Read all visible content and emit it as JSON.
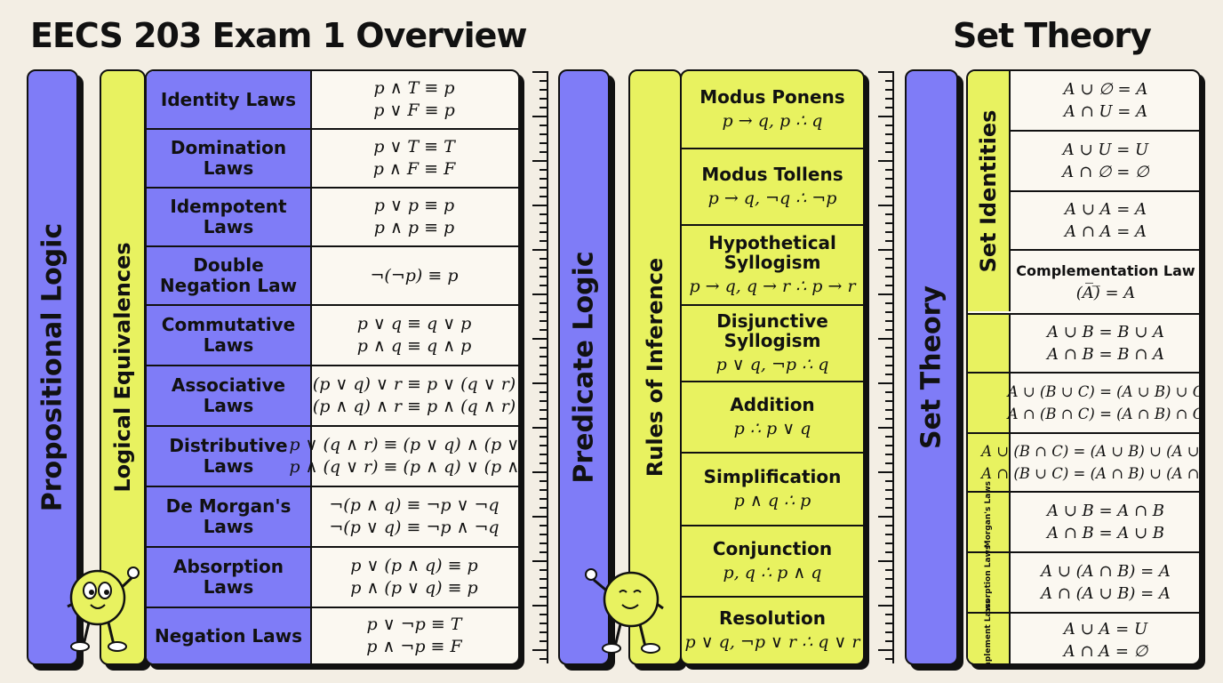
{
  "titles": {
    "main": "EECS 203 Exam 1 Overview",
    "set_theory": "Set Theory"
  },
  "sections": {
    "propositional": "Propositional Logic",
    "logical_equivalences": "Logical Equivalences",
    "predicate": "Predicate Logic",
    "rules_of_inference": "Rules of Inference",
    "set_theory": "Set Theory",
    "set_identities": "Set Identities"
  },
  "colors": {
    "purple": "#7f7cf7",
    "yellow": "#e8f260",
    "background": "#f3eee4"
  },
  "equivalences": [
    {
      "name": "Identity Laws",
      "f1": "p ∧ T ≡ p",
      "f2": "p ∨ F ≡ p"
    },
    {
      "name": "Domination Laws",
      "f1": "p ∨ T ≡ T",
      "f2": "p ∧ F ≡ F"
    },
    {
      "name": "Idempotent Laws",
      "f1": "p ∨ p ≡ p",
      "f2": "p ∧ p ≡ p"
    },
    {
      "name": "Double Negation Law",
      "f1": "¬(¬p) ≡ p",
      "f2": ""
    },
    {
      "name": "Commutative Laws",
      "f1": "p ∨ q ≡ q ∨ p",
      "f2": "p ∧ q ≡ q ∧ p"
    },
    {
      "name": "Associative Laws",
      "f1": "(p ∨ q) ∨ r ≡ p ∨ (q ∨ r)",
      "f2": "(p ∧ q) ∧ r ≡ p ∧ (q ∧ r)"
    },
    {
      "name": "Distributive Laws",
      "f1": "p ∨ (q ∧ r) ≡ (p ∨ q) ∧ (p ∨ r)",
      "f2": "p ∧ (q ∨ r) ≡ (p ∧ q) ∨ (p ∧ r)"
    },
    {
      "name": "De Morgan's Laws",
      "f1": "¬(p ∧ q) ≡ ¬p ∨ ¬q",
      "f2": "¬(p ∨ q) ≡ ¬p ∧ ¬q"
    },
    {
      "name": "Absorption Laws",
      "f1": "p ∨ (p ∧ q) ≡ p",
      "f2": "p ∧ (p ∨ q) ≡ p"
    },
    {
      "name": "Negation Laws",
      "f1": "p ∨ ¬p ≡ T",
      "f2": "p ∧ ¬p ≡ F"
    }
  ],
  "rules": [
    {
      "name": "Modus Ponens",
      "form": "p → q, p ∴ q"
    },
    {
      "name": "Modus Tollens",
      "form": "p → q, ¬q ∴ ¬p"
    },
    {
      "name": "Hypothetical Syllogism",
      "form": "p → q, q → r ∴ p → r"
    },
    {
      "name": "Disjunctive Syllogism",
      "form": "p ∨ q, ¬p ∴ q"
    },
    {
      "name": "Addition",
      "form": "p ∴ p ∨ q"
    },
    {
      "name": "Simplification",
      "form": "p ∧ q ∴ p"
    },
    {
      "name": "Conjunction",
      "form": "p, q ∴ p ∧ q"
    },
    {
      "name": "Resolution",
      "form": "p ∨ q, ¬p ∨ r ∴ q ∨ r"
    }
  ],
  "set_rows": [
    {
      "f1": "A ∪ ∅ = A",
      "f2": "A ∩ U = A"
    },
    {
      "f1": "A ∪ U = U",
      "f2": "A ∩ ∅ = ∅"
    },
    {
      "f1": "A ∪ A = A",
      "f2": "A ∩ A = A"
    },
    {
      "title": "Complementation Law",
      "f1": "(A̅)̅ = A"
    },
    {
      "f1": "A ∪ B = B ∪ A",
      "f2": "A ∩ B = B ∩ A"
    },
    {
      "f1": "A ∪ (B ∪ C) = (A ∪ B) ∪ C",
      "f2": "A ∩ (B ∩ C) = (A ∩ B) ∩ C"
    },
    {
      "f1": "A ∪ (B ∩ C) = (A ∪ B) ∪ (A ∪ C)",
      "f2": "A ∩ (B ∪ C) = (A ∩ B) ∪ (A ∩ C)"
    },
    {
      "tab": "De Morgan's Laws",
      "f1": "A ∪ B = A ∩ B",
      "f2": "A ∩ B = A ∪ B"
    },
    {
      "tab": "Absorption Laws",
      "f1": "A ∪ (A ∩ B) = A",
      "f2": "A ∩ (A ∪ B) = A"
    },
    {
      "tab": "Complement Laws",
      "f1": "A ∪ A = U",
      "f2": "A ∩ A = ∅"
    }
  ]
}
